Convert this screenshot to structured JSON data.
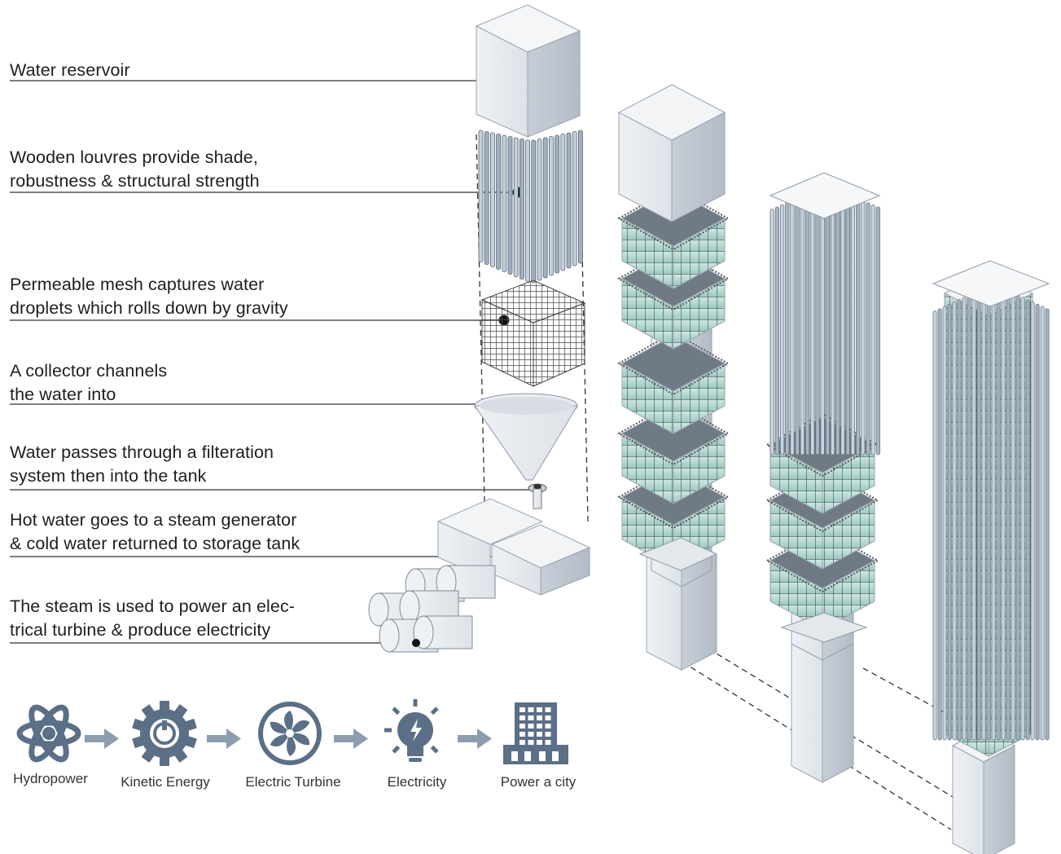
{
  "labels": [
    {
      "lines": [
        "Water reservoir"
      ]
    },
    {
      "lines": [
        "Wooden louvres provide shade,",
        "robustness & structural strength"
      ]
    },
    {
      "lines": [
        "Permeable mesh captures water",
        "droplets which rolls down by gravity"
      ]
    },
    {
      "lines": [
        "A collector channels",
        "the water into"
      ]
    },
    {
      "lines": [
        "Water passes through a filteration",
        "system then into the tank"
      ]
    },
    {
      "lines": [
        "Hot water goes to a steam generator",
        "& cold water returned to storage tank"
      ]
    },
    {
      "lines": [
        "The steam is used to power an elec-",
        "trical turbine & produce electricity"
      ]
    }
  ],
  "flow": [
    {
      "icon": "atom-icon",
      "label": "Hydropower"
    },
    {
      "icon": "gear-icon",
      "label": "Kinetic Energy"
    },
    {
      "icon": "turbine-fan-icon",
      "label": "Electric Turbine"
    },
    {
      "icon": "lightbulb-icon",
      "label": "Electricity"
    },
    {
      "icon": "city-building-icon",
      "label": "Power a city"
    }
  ],
  "colors": {
    "icon": "#5b6f86",
    "arrow": "#8c9db0",
    "tower": "#dfe4ea",
    "glass": "#b8dcd6",
    "line": "#2a2a2a"
  }
}
